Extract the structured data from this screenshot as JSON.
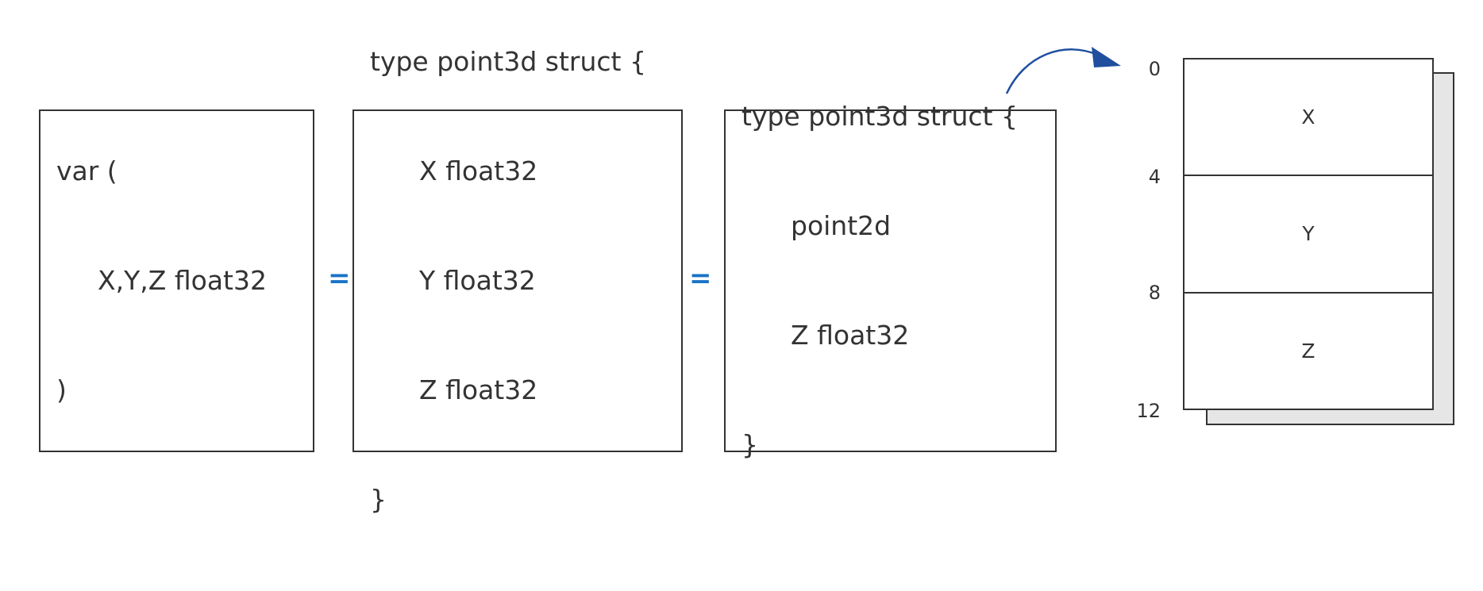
{
  "boxes": [
    {
      "lines": [
        "var (",
        "X,Y,Z float32",
        ")"
      ]
    },
    {
      "lines": [
        "type point3d struct {",
        "X float32",
        "Y float32",
        "Z float32",
        "}"
      ]
    },
    {
      "lines": [
        "type point3d struct {",
        "point2d",
        "Z float32",
        "}"
      ]
    }
  ],
  "equals_sign": "=",
  "memory": {
    "fields": [
      "X",
      "Y",
      "Z"
    ],
    "offsets": [
      "0",
      "4",
      "8",
      "12"
    ]
  },
  "colors": {
    "equals": "#1a73c6",
    "arrow": "#1f4f9e",
    "shadow": "#e6e6e6"
  }
}
